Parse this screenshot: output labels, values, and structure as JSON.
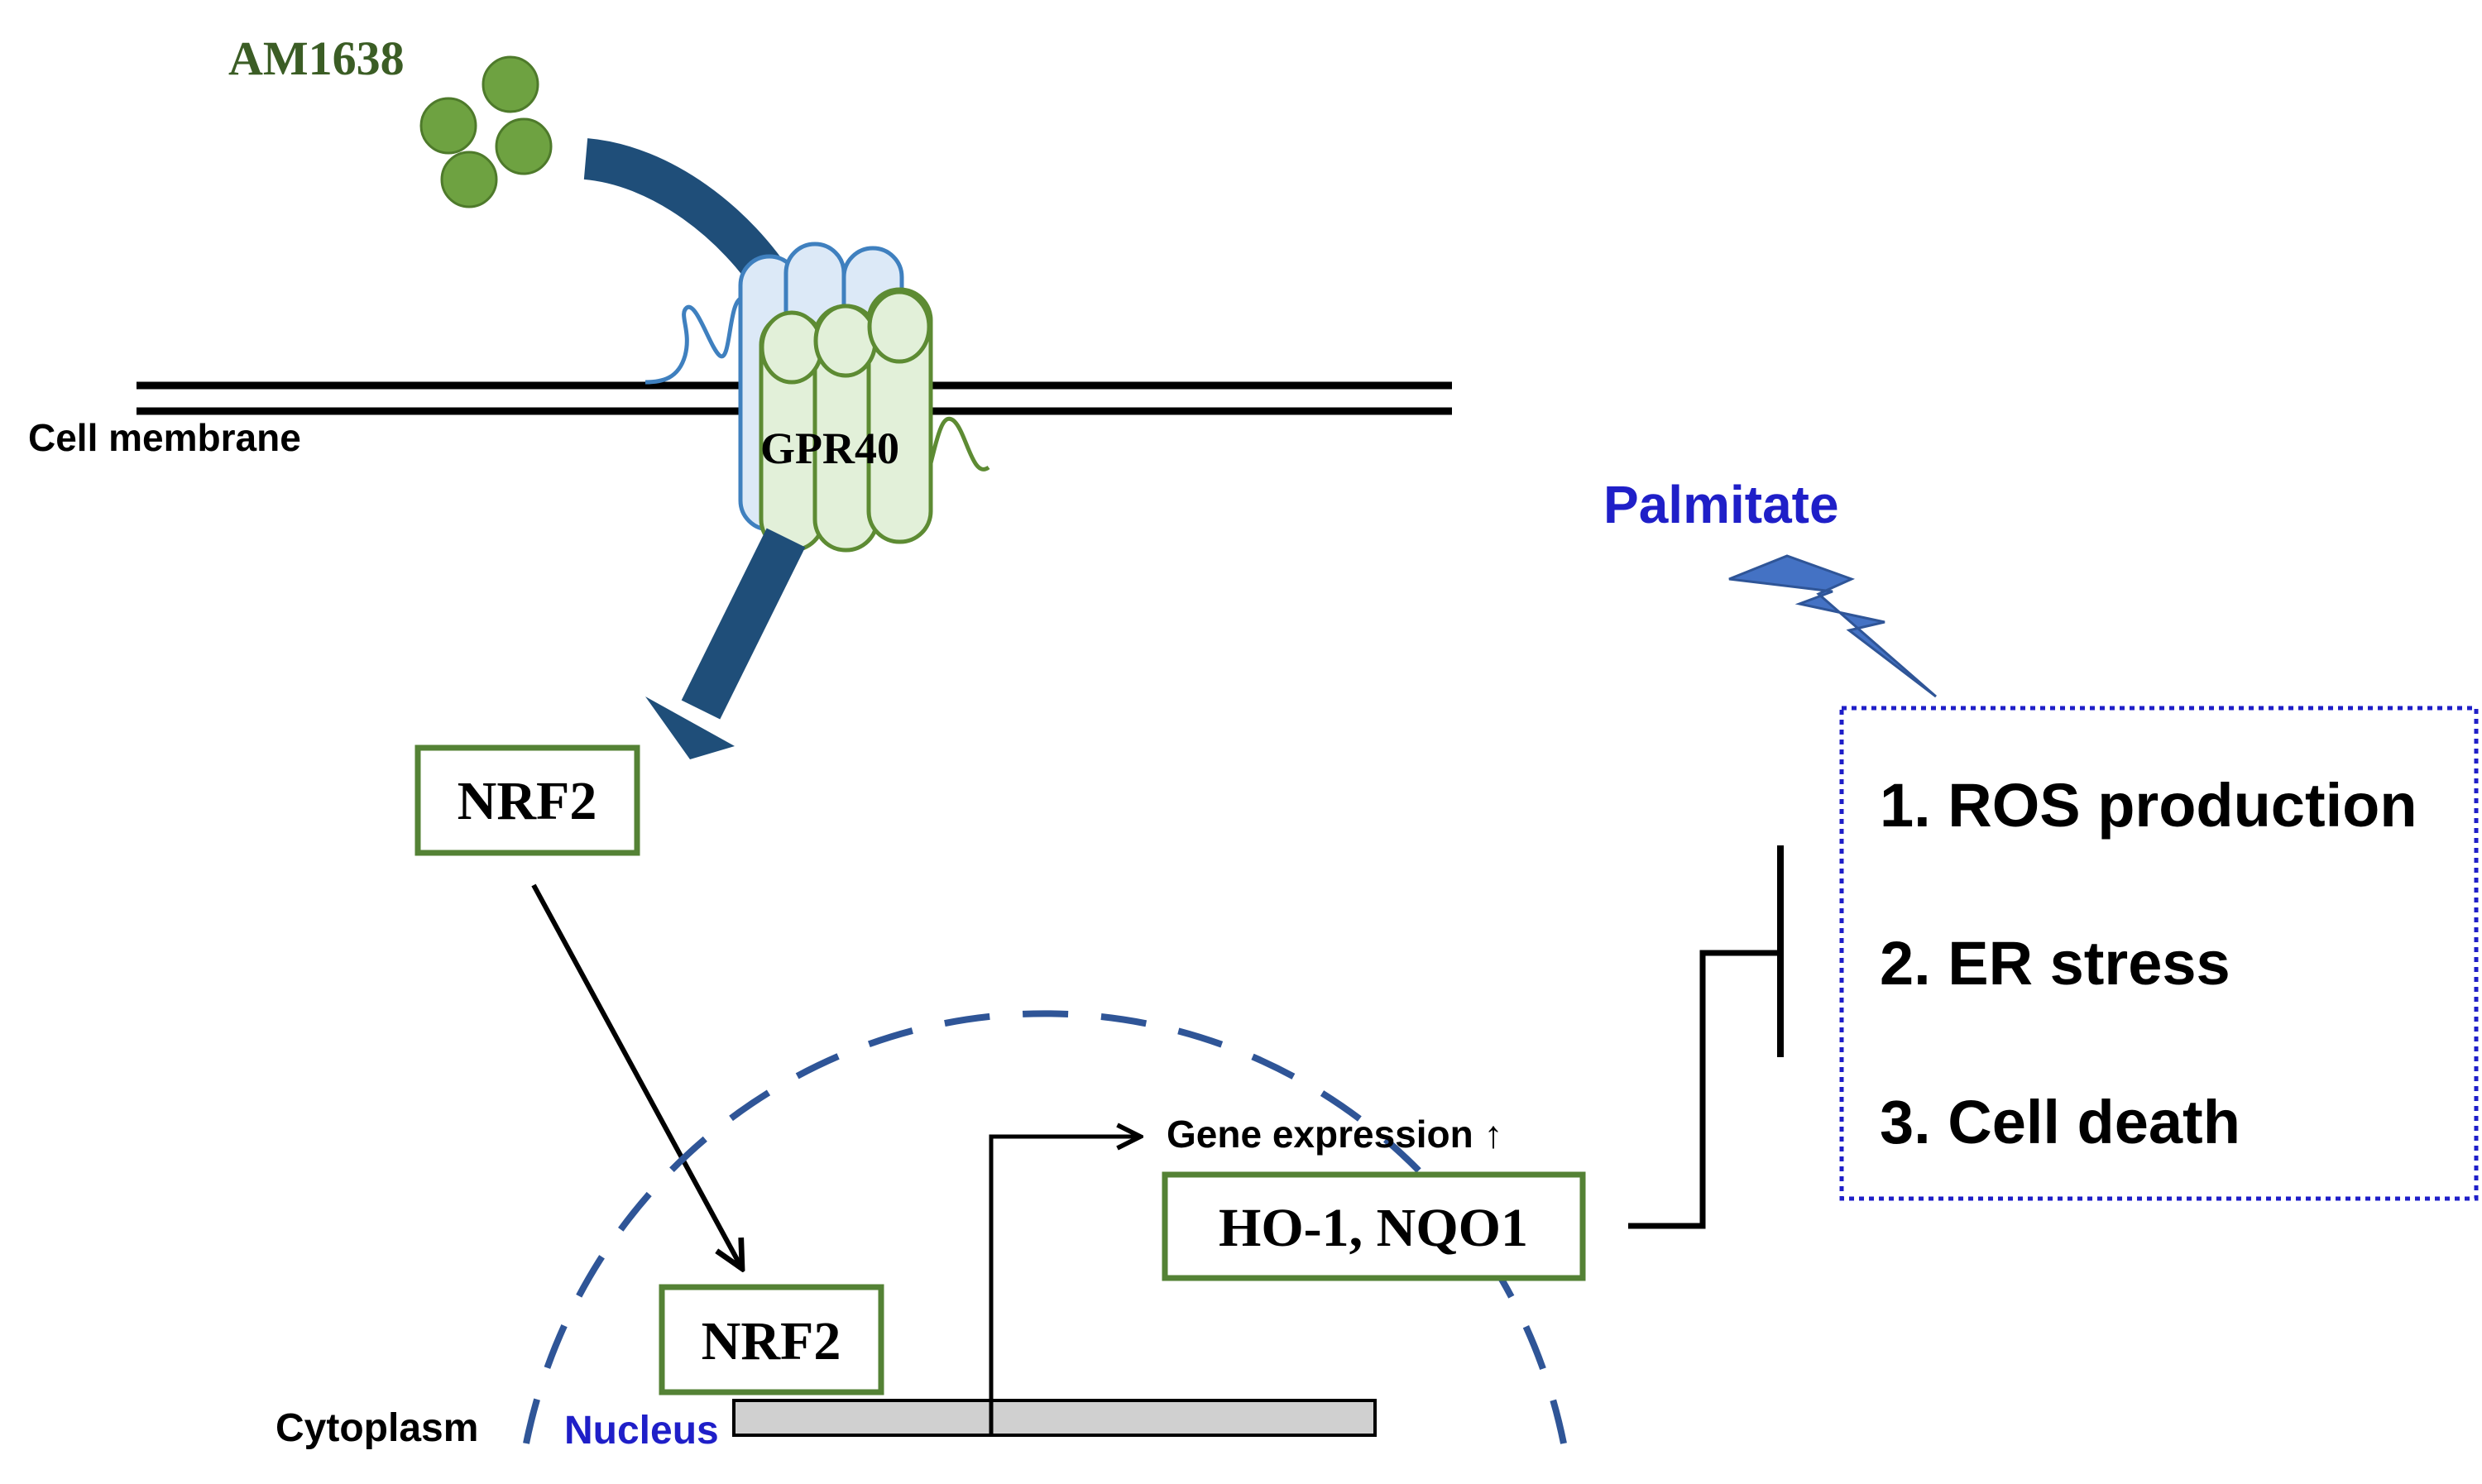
{
  "ligand": {
    "label": "AM1638",
    "color": "#3b5d25",
    "particle_color": "#6ea241"
  },
  "membrane": {
    "label": "Cell membrane"
  },
  "receptor": {
    "label": "GPR40",
    "front_color": "#5d8b33",
    "back_color": "#3f80bf"
  },
  "nrf2_cytoplasm": {
    "label": "NRF2"
  },
  "nrf2_nucleus": {
    "label": "NRF2"
  },
  "gene_expression": {
    "label": "Gene expression ↑"
  },
  "targets": {
    "label": "HO-1, NQO1"
  },
  "stressor": {
    "label": "Palmitate",
    "color": "#1f1fc8",
    "bolt_color": "#4472c4"
  },
  "effects": {
    "items": [
      "1. ROS production",
      "2. ER stress",
      "3. Cell death"
    ],
    "border_color": "#1f1fc8"
  },
  "compartments": {
    "cytoplasm": "Cytoplasm",
    "nucleus": "Nucleus",
    "nucleus_color": "#1f1fc8"
  },
  "colors": {
    "box_border": "#548235",
    "signal_arrow": "#1f4e79",
    "nucleus_dash": "#2f5597"
  }
}
